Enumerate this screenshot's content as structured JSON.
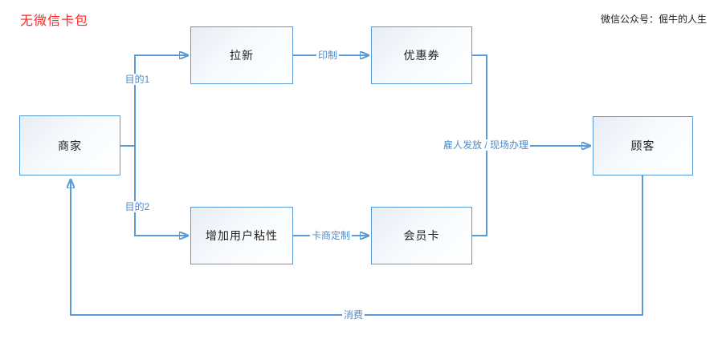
{
  "page": {
    "title": "无微信卡包",
    "watermark": "微信公众号：倔牛的人生"
  },
  "colors": {
    "accent_blue": "#5b9bd5",
    "edge_label_blue": "#4e8ac8",
    "title_red": "#ff2626",
    "node_text": "#1f1f1f"
  },
  "nodes": [
    {
      "id": "merchant",
      "label": "商家"
    },
    {
      "id": "attract-new",
      "label": "拉新"
    },
    {
      "id": "coupon",
      "label": "优惠券"
    },
    {
      "id": "user-stickiness",
      "label": "增加用户粘性"
    },
    {
      "id": "member-card",
      "label": "会员卡"
    },
    {
      "id": "customer",
      "label": "顾客"
    }
  ],
  "edge_labels": {
    "purpose1": "目的1",
    "purpose2": "目的2",
    "print": "印制",
    "card_custom": "卡商定制",
    "distribute": "雇人发放 / 现场办理",
    "consume": "消费"
  }
}
